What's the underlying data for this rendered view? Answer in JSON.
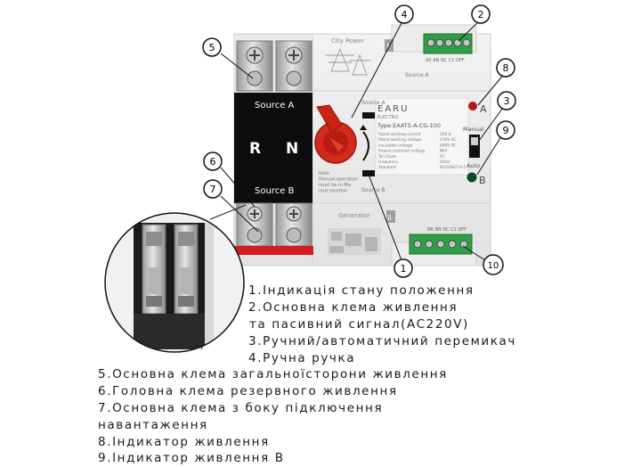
{
  "device": {
    "city_power": "City Power",
    "section_top": "I",
    "section_bottom": "II",
    "source_a_small": "Source A",
    "source_a_right": "Source A",
    "source_b_small": "Source B",
    "generator": "Generator",
    "brand": "EARU",
    "brand_sub": "ELECTRIC",
    "type_label": "Type:EAATS-A-CG-100",
    "specs": [
      {
        "k": "Rated working current",
        "v": "100 A"
      },
      {
        "k": "Rated working voltage",
        "v": "230V AC"
      },
      {
        "k": "Insulation voltage",
        "v": "690V AC"
      },
      {
        "k": "Impact-resistant voltage",
        "v": "8kV"
      },
      {
        "k": "Tsn Close",
        "v": "PC"
      },
      {
        "k": "Frequency",
        "v": "50Hz"
      },
      {
        "k": "Standard",
        "v": "IEC60947-6-1"
      }
    ],
    "note_lines": [
      "Note",
      "Manual operation",
      "must be in Ma-",
      "nual position"
    ],
    "manual": "Manual",
    "auto": "Auto",
    "letter_a": "A",
    "letter_b": "B",
    "panel_source_a": "Source A",
    "panel_source_b": "Source B",
    "panel_r": "R",
    "panel_n": "N",
    "top_terminal_labels": "A0 AN NC C1 OFF",
    "bottom_terminal_labels": "BR BN NC C1 OFF"
  },
  "callouts": [
    "1",
    "2",
    "4",
    "5",
    "6",
    "7",
    "8",
    "3",
    "9",
    "10"
  ],
  "legend": [
    "1.Індикація стану положення",
    "2.Основна клема живлення",
    "та пасивний сигнал(AC220V)",
    "3.Ручний/автоматичний перемикач",
    "4.Ручна ручка",
    "5.Основна клема загальноїсторони живлення",
    "6.Головна клема резервного живлення",
    "7.Основна клема з боку підключення",
    "навантаження",
    "8.Індикатор живлення",
    "9.Індикатор живлення В"
  ],
  "colors": {
    "handle": "#d42a1c",
    "terminal_green": "#2fa04a",
    "indicator_red": "#b01818",
    "indicator_green": "#0c4a28",
    "panel_black": "#0d0d0d"
  }
}
